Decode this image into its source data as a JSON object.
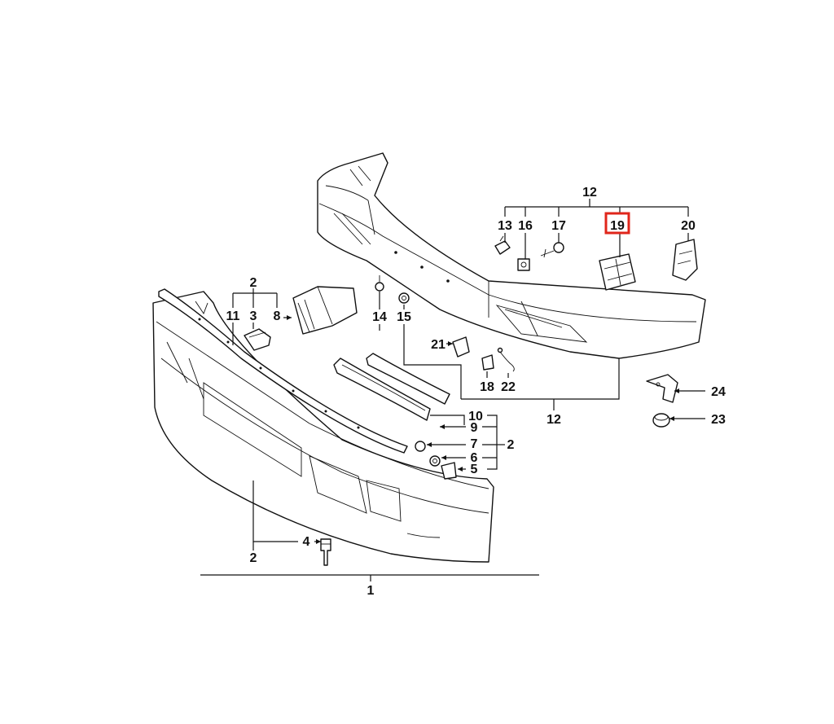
{
  "colors": {
    "highlight": "#e0261b",
    "ink": "#111111",
    "background": "#ffffff"
  },
  "highlighted_callout": "19",
  "callouts": {
    "c1": "1",
    "c2a": "2",
    "c2b": "2",
    "c2c": "2",
    "c3": "3",
    "c4": "4",
    "c5": "5",
    "c6": "6",
    "c7": "7",
    "c8": "8",
    "c9": "9",
    "c10": "10",
    "c11": "11",
    "c12a": "12",
    "c12b": "12",
    "c13": "13",
    "c14": "14",
    "c15": "15",
    "c16": "16",
    "c17": "17",
    "c18": "18",
    "c19": "19",
    "c20": "20",
    "c21": "21",
    "c22": "22",
    "c23": "23",
    "c24": "24"
  }
}
